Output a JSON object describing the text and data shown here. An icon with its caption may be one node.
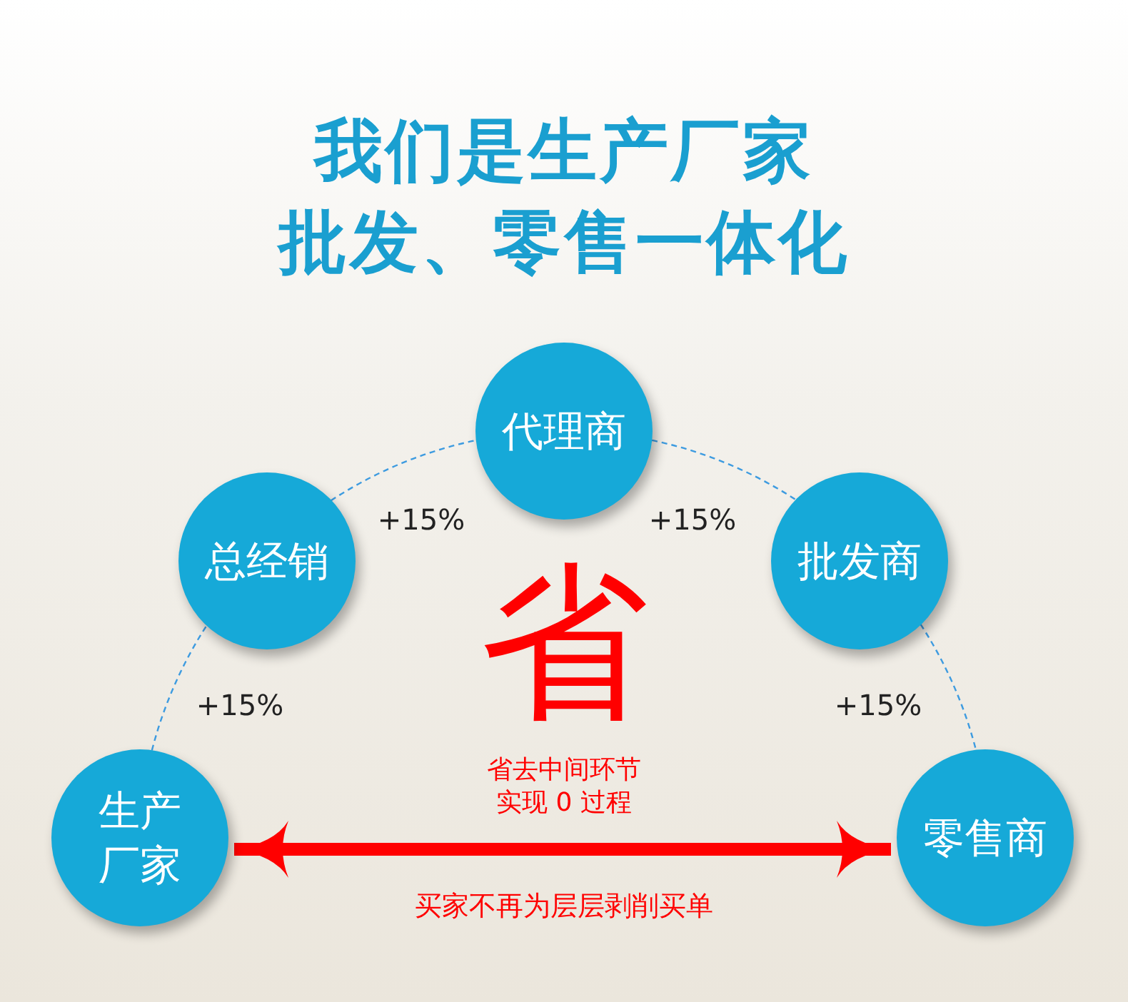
{
  "diagram": {
    "title": "我们是生产厂家",
    "nodes": [
      {
        "text": [
          "代理商"
        ]
      },
      {
        "text": [
          "总经销"
        ]
      },
      {
        "text": [
          "批发商"
        ]
      },
      {
        "text": [
          "生产厂家"
        ]
      },
      {
        "text": [
          "零售商"
        ]
      }
    ],
    "edges": [
      {
        "from": 3,
        "to": 1,
        "arrow": "none",
        "style": "dashed",
        "label": "+15%"
      },
      {
        "from": 1,
        "to": 0,
        "arrow": "none",
        "style": "dashed",
        "label": "+15%"
      },
      {
        "from": 0,
        "to": 2,
        "arrow": "none",
        "style": "dashed",
        "label": "+15%"
      },
      {
        "from": 2,
        "to": 4,
        "arrow": "none",
        "style": "dashed",
        "label": "+15%"
      },
      {
        "from": 3,
        "to": 4,
        "arrow": "both",
        "style": "thick",
        "color": "#ff0000",
        "label": "买家不再为层层剥削买单"
      }
    ],
    "labels": [
      "批发、零售一体化",
      "省",
      "省去中间环节实现 0 过程"
    ]
  }
}
